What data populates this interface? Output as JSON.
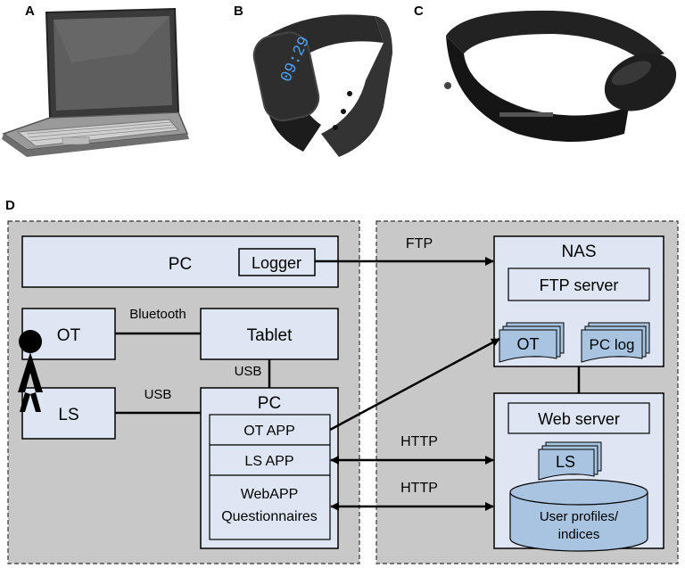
{
  "panels": {
    "a": "A",
    "b": "B",
    "c": "C",
    "d": "D"
  },
  "photo_alts": {
    "laptop": "laptop-photo",
    "wristband": "wristband-photo",
    "headset": "headset-photo"
  },
  "wristband_display": "09:29",
  "diagram": {
    "pc_top": "PC",
    "logger": "Logger",
    "ot": "OT",
    "ls": "LS",
    "tablet": "Tablet",
    "bluetooth": "Bluetooth",
    "usb_vertical": "USB",
    "usb_horizontal": "USB",
    "pc_bottom": "PC",
    "ot_app": "OT APP",
    "ls_app": "LS APP",
    "webapp_line1": "WebAPP",
    "webapp_line2": "Questionnaires",
    "ftp": "FTP",
    "http1": "HTTP",
    "http2": "HTTP",
    "nas": "NAS",
    "ftp_server": "FTP server",
    "nas_ot": "OT",
    "pc_log": "PC log",
    "web_server": "Web server",
    "web_ls": "LS",
    "db_line1": "User profiles/",
    "db_line2": "indices"
  },
  "colors": {
    "outer_bg": "#c8c8c8",
    "box_fill": "#dde6f2",
    "doc_fill": "#a9c4e0"
  }
}
